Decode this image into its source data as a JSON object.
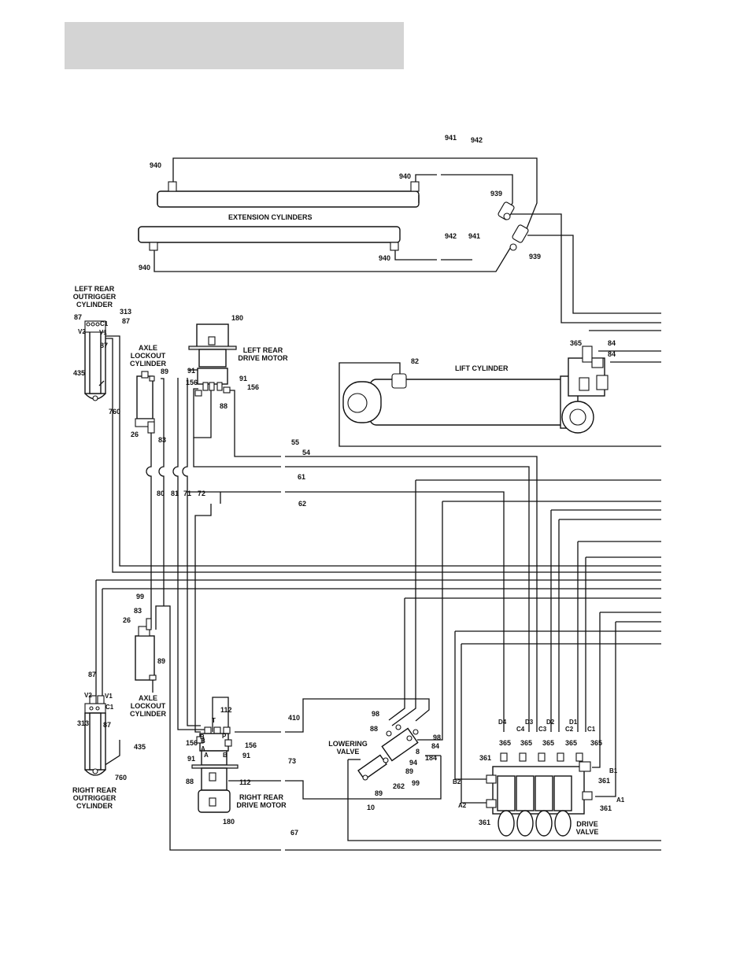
{
  "header_band": "",
  "components": {
    "extension_cylinders": "EXTENSION CYLINDERS",
    "lift_cylinder": "LIFT CYLINDER",
    "left_rear_outrigger_cylinder": [
      "LEFT REAR",
      "OUTRIGGER",
      "CYLINDER"
    ],
    "axle_lockout_cylinder_top": [
      "AXLE",
      "LOCKOUT",
      "CYLINDER"
    ],
    "left_rear_drive_motor": [
      "LEFT REAR",
      "DRIVE MOTOR"
    ],
    "axle_lockout_cylinder_bottom": [
      "AXLE",
      "LOCKOUT",
      "CYLINDER"
    ],
    "right_rear_outrigger_cylinder": [
      "RIGHT REAR",
      "OUTRIGGER",
      "CYLINDER"
    ],
    "right_rear_drive_motor": [
      "RIGHT REAR",
      "DRIVE MOTOR"
    ],
    "lowering_valve": [
      "LOWERING",
      "VALVE"
    ],
    "drive_valve": [
      "DRIVE",
      "VALVE"
    ]
  },
  "callouts": [
    "941",
    "942",
    "940",
    "940",
    "939",
    "942",
    "941",
    "940",
    "940",
    "939",
    "180",
    "365",
    "84",
    "84",
    "82",
    "87",
    "313",
    "87",
    "V2",
    "V1",
    "C1",
    "87",
    "435",
    "760",
    "89",
    "26",
    "83",
    "91",
    "91",
    "156",
    "156",
    "88",
    "55",
    "54",
    "61",
    "62",
    "80",
    "81",
    "71",
    "72",
    "99",
    "83",
    "26",
    "89",
    "87",
    "V2",
    "V1",
    "313",
    "C1",
    "87",
    "435",
    "760",
    "112",
    "T",
    "410",
    "156",
    "156",
    "B",
    "P",
    "A",
    "B",
    "91",
    "91",
    "88",
    "112",
    "73",
    "180",
    "98",
    "88",
    "98",
    "84",
    "8",
    "94",
    "184",
    "89",
    "99",
    "262",
    "89",
    "10",
    "D4",
    "C4",
    "D3",
    "C3",
    "D2",
    "C2",
    "D1",
    "C1",
    "365",
    "365",
    "365",
    "365",
    "365",
    "361",
    "361",
    "B1",
    "B2",
    "A2",
    "361",
    "A1",
    "361",
    "67",
    "B",
    "A"
  ]
}
